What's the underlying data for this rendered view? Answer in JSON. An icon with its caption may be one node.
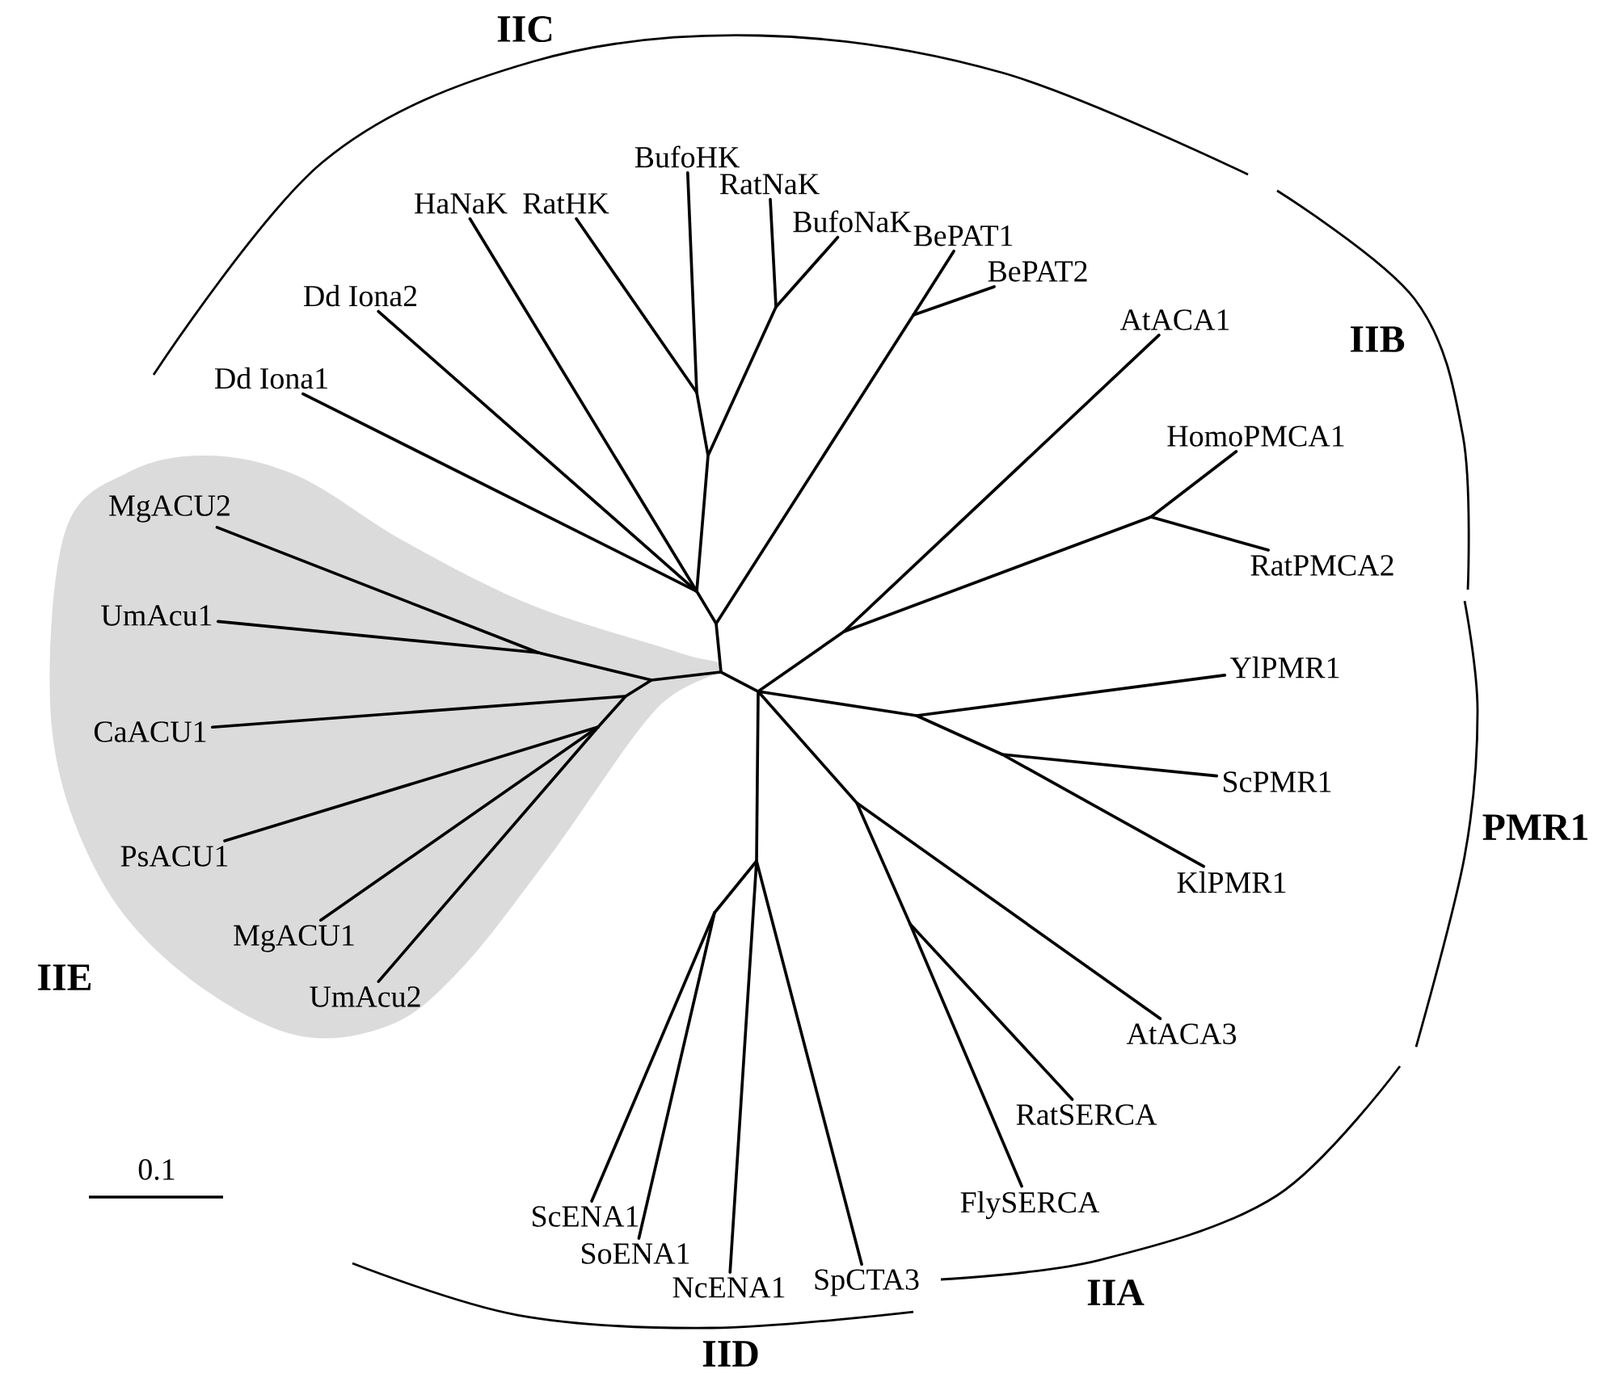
{
  "diagram": {
    "nodes": [
      {
        "text": [
          "MgACU2"
        ]
      },
      {
        "text": [
          "UmAcu1"
        ]
      },
      {
        "text": [
          "CaACU1"
        ]
      },
      {
        "text": [
          "PsACU1"
        ]
      },
      {
        "text": [
          "MgACU1"
        ]
      },
      {
        "text": [
          "UmAcu2"
        ]
      },
      {
        "text": [
          "Dd Iona1"
        ]
      },
      {
        "text": [
          "Dd Iona2"
        ]
      },
      {
        "text": [
          "HaNaK"
        ]
      },
      {
        "text": [
          "RatHK"
        ]
      },
      {
        "text": [
          "BufoHK"
        ]
      },
      {
        "text": [
          "RatNaK"
        ]
      },
      {
        "text": [
          "BufoNaK"
        ]
      },
      {
        "text": [
          "BePAT1"
        ]
      },
      {
        "text": [
          "BePAT2"
        ]
      },
      {
        "text": [
          "AtACA1"
        ]
      },
      {
        "text": [
          "HomoPMCA1"
        ]
      },
      {
        "text": [
          "RatPMCA2"
        ]
      },
      {
        "text": [
          "YlPMR1"
        ]
      },
      {
        "text": [
          "ScPMR1"
        ]
      },
      {
        "text": [
          "KlPMR1"
        ]
      },
      {
        "text": [
          "AtACA3"
        ]
      },
      {
        "text": [
          "RatSERCA"
        ]
      },
      {
        "text": [
          "FlySERCA"
        ]
      },
      {
        "text": [
          "SpCTA3"
        ]
      },
      {
        "text": [
          "NcENA1"
        ]
      },
      {
        "text": [
          "SoENA1"
        ]
      },
      {
        "text": [
          "ScENA1"
        ]
      }
    ],
    "edges": [
      {
        "from": null,
        "to": 0,
        "arrow": "none"
      },
      {
        "from": null,
        "to": 1,
        "arrow": "none"
      },
      {
        "from": null,
        "to": 2,
        "arrow": "none"
      },
      {
        "from": null,
        "to": 3,
        "arrow": "none"
      },
      {
        "from": null,
        "to": 4,
        "arrow": "none"
      },
      {
        "from": null,
        "to": 5,
        "arrow": "none"
      },
      {
        "from": null,
        "to": 6,
        "arrow": "none"
      },
      {
        "from": null,
        "to": 7,
        "arrow": "none"
      },
      {
        "from": null,
        "to": 8,
        "arrow": "none"
      },
      {
        "from": null,
        "to": 9,
        "arrow": "none"
      },
      {
        "from": null,
        "to": 10,
        "arrow": "none"
      },
      {
        "from": null,
        "to": 11,
        "arrow": "none"
      },
      {
        "from": null,
        "to": 12,
        "arrow": "none"
      },
      {
        "from": null,
        "to": 13,
        "arrow": "none"
      },
      {
        "from": null,
        "to": 14,
        "arrow": "none"
      },
      {
        "from": null,
        "to": 15,
        "arrow": "none"
      },
      {
        "from": null,
        "to": 16,
        "arrow": "none"
      },
      {
        "from": null,
        "to": 17,
        "arrow": "none"
      },
      {
        "from": null,
        "to": 18,
        "arrow": "none"
      },
      {
        "from": null,
        "to": 19,
        "arrow": "none"
      },
      {
        "from": null,
        "to": 20,
        "arrow": "none"
      },
      {
        "from": null,
        "to": 21,
        "arrow": "none"
      },
      {
        "from": null,
        "to": 22,
        "arrow": "none"
      },
      {
        "from": null,
        "to": 23,
        "arrow": "none"
      },
      {
        "from": null,
        "to": 24,
        "arrow": "none"
      },
      {
        "from": null,
        "to": 25,
        "arrow": "none"
      },
      {
        "from": null,
        "to": 26,
        "arrow": "none"
      },
      {
        "from": null,
        "to": 27,
        "arrow": "none"
      }
    ],
    "labels": [
      "IIC",
      "IIB",
      "PMR1",
      "IIE",
      "0.1",
      "IIA",
      "IID"
    ]
  }
}
